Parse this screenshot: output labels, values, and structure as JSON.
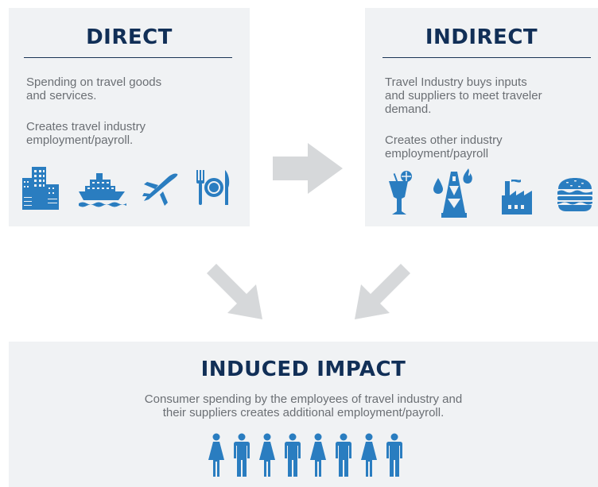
{
  "direct": {
    "title": "DIRECT",
    "line1": "Spending on travel goods",
    "line2": "and services.",
    "line3": "Creates travel industry",
    "line4": "employment/payroll.",
    "icons": [
      "city-buildings-icon",
      "cruise-ship-icon",
      "airplane-icon",
      "dining-plate-icon"
    ]
  },
  "indirect": {
    "title": "INDIRECT",
    "line1": "Travel Industry buys inputs",
    "line2": "and suppliers to meet traveler",
    "line3": "demand.",
    "line4": "Creates other industry",
    "line5": "employment/payroll",
    "icons": [
      "cocktail-icon",
      "oil-rig-icon",
      "factory-icon",
      "burger-icon"
    ]
  },
  "induced": {
    "title": "INDUCED IMPACT",
    "line1": "Consumer spending by the employees of travel industry and",
    "line2": "their suppliers creates additional employment/payroll.",
    "people": [
      "woman-icon",
      "man-icon",
      "woman-icon",
      "man-icon",
      "woman-icon",
      "man-icon",
      "woman-icon",
      "man-icon"
    ]
  },
  "colors": {
    "title": "#112f57",
    "icon": "#2a7dc0",
    "text": "#6b6f74",
    "box": "#f0f2f4",
    "arrow": "#d6d8da"
  }
}
